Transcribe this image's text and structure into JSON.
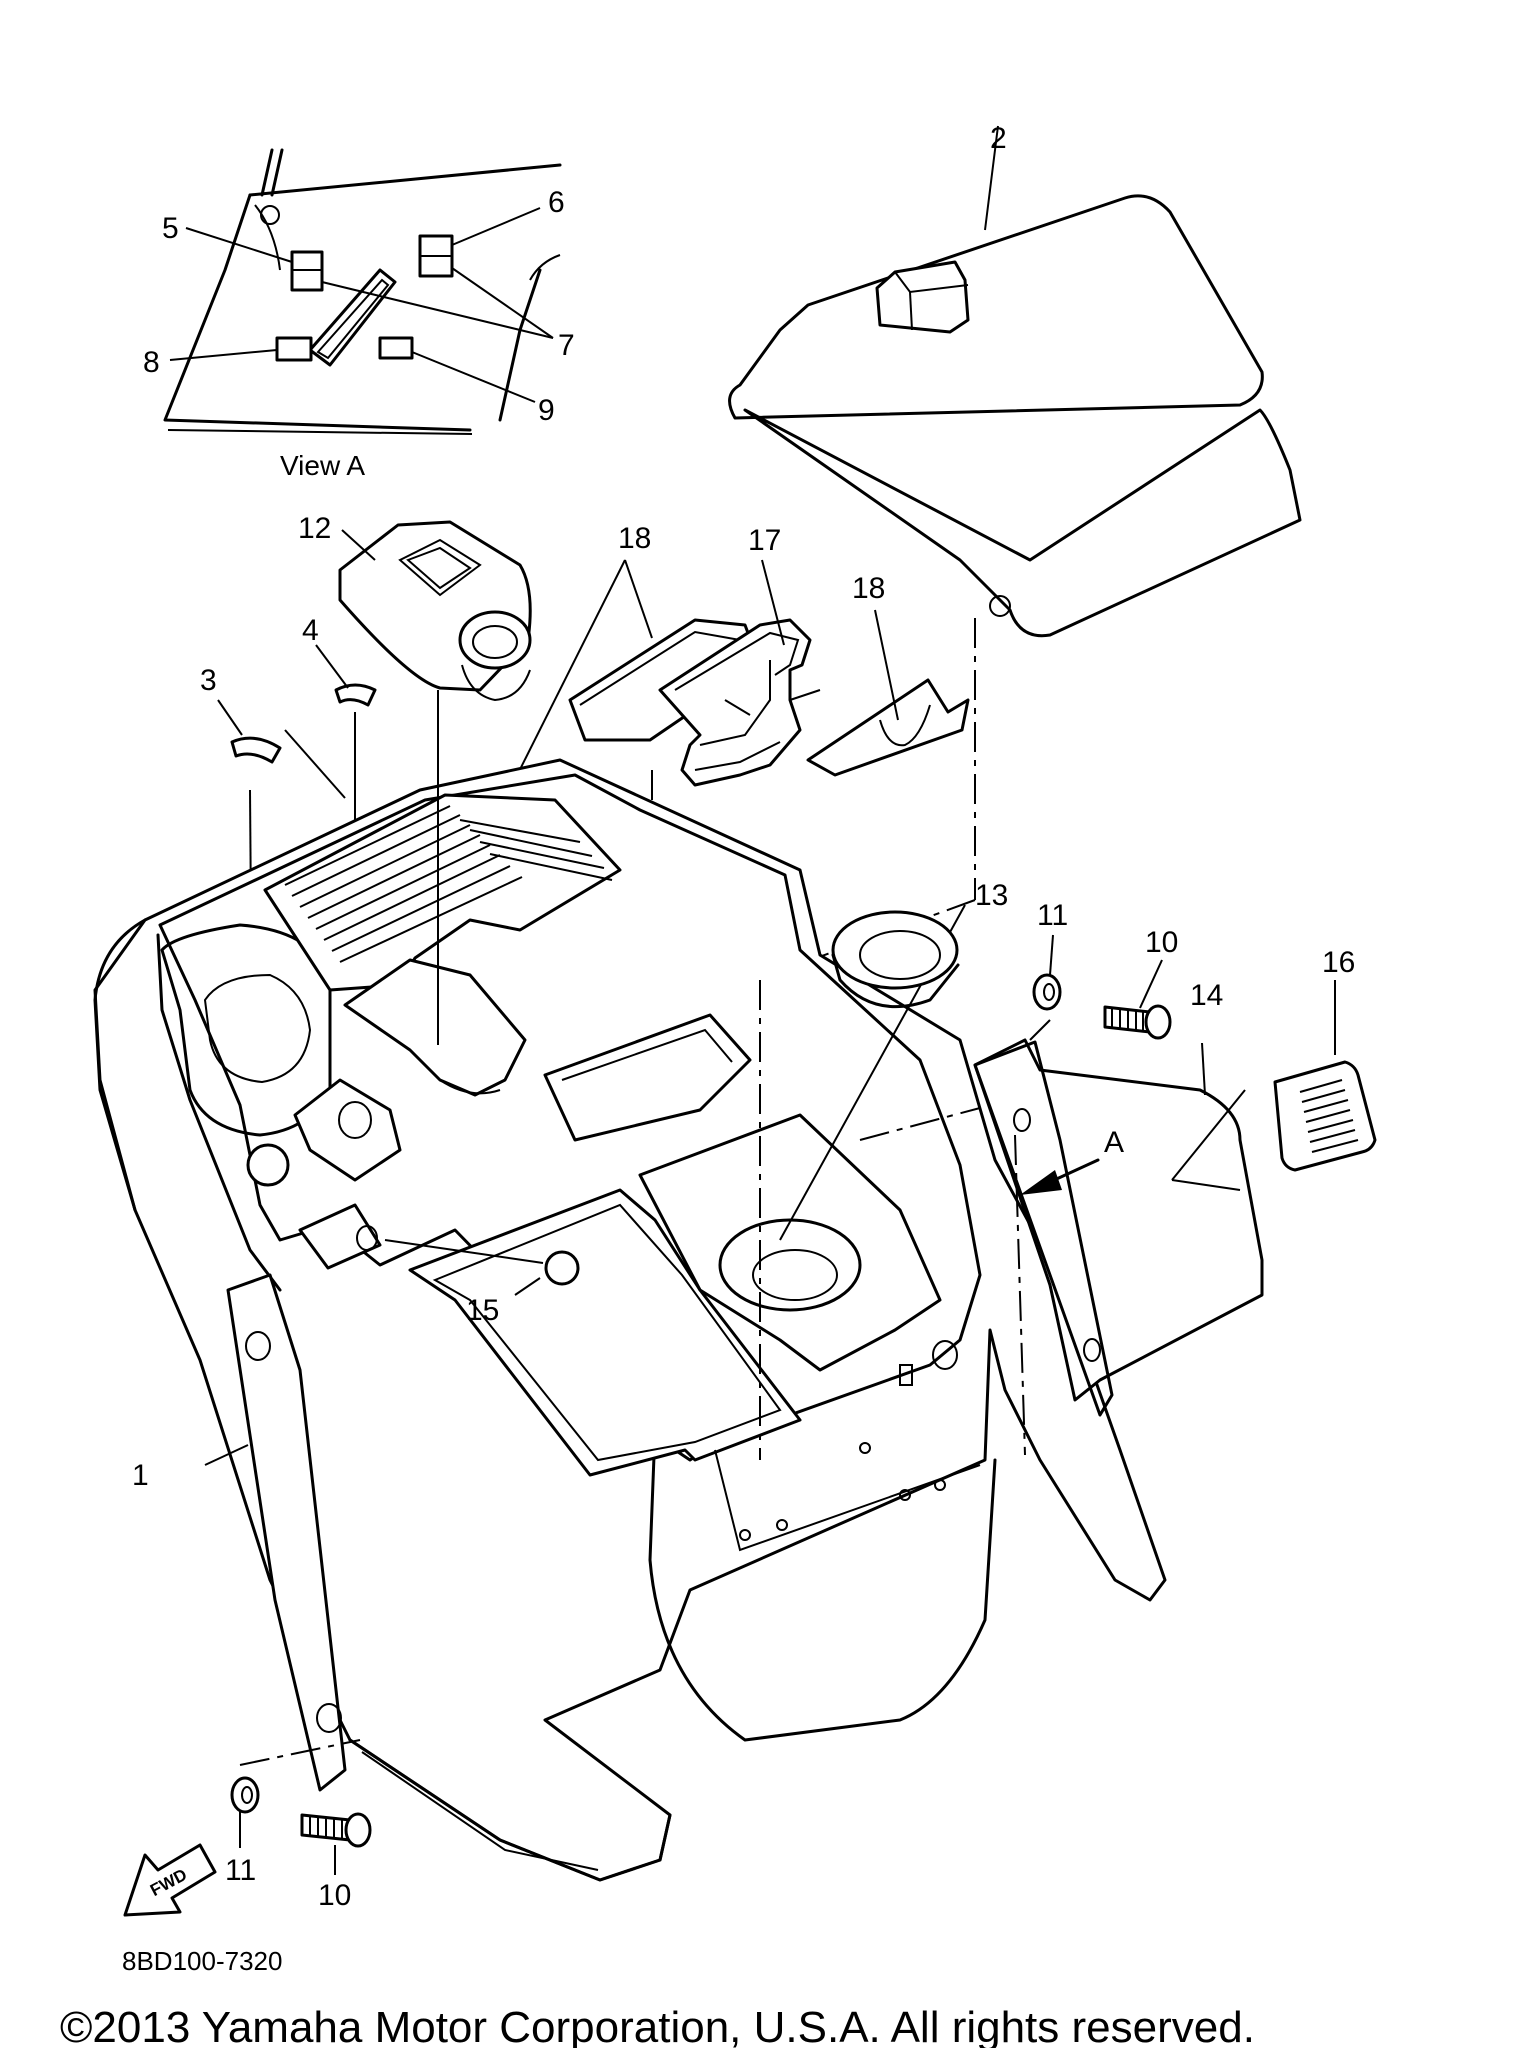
{
  "figure": {
    "view_caption": "View A",
    "arrow_label": "A",
    "fwd_label": "FWD",
    "diagram_id": "8BD100-7320",
    "copyright": "©2013 Yamaha Motor Corporation, U.S.A. All rights reserved."
  },
  "callouts": {
    "c1": "1",
    "c2": "2",
    "c3": "3",
    "c4": "4",
    "c5": "5",
    "c6": "6",
    "c7": "7",
    "c8": "8",
    "c9": "9",
    "c10a": "10",
    "c10b": "10",
    "c11a": "11",
    "c11b": "11",
    "c12": "12",
    "c13": "13",
    "c14": "14",
    "c15": "15",
    "c16": "16",
    "c17": "17",
    "c18a": "18",
    "c18b": "18"
  }
}
